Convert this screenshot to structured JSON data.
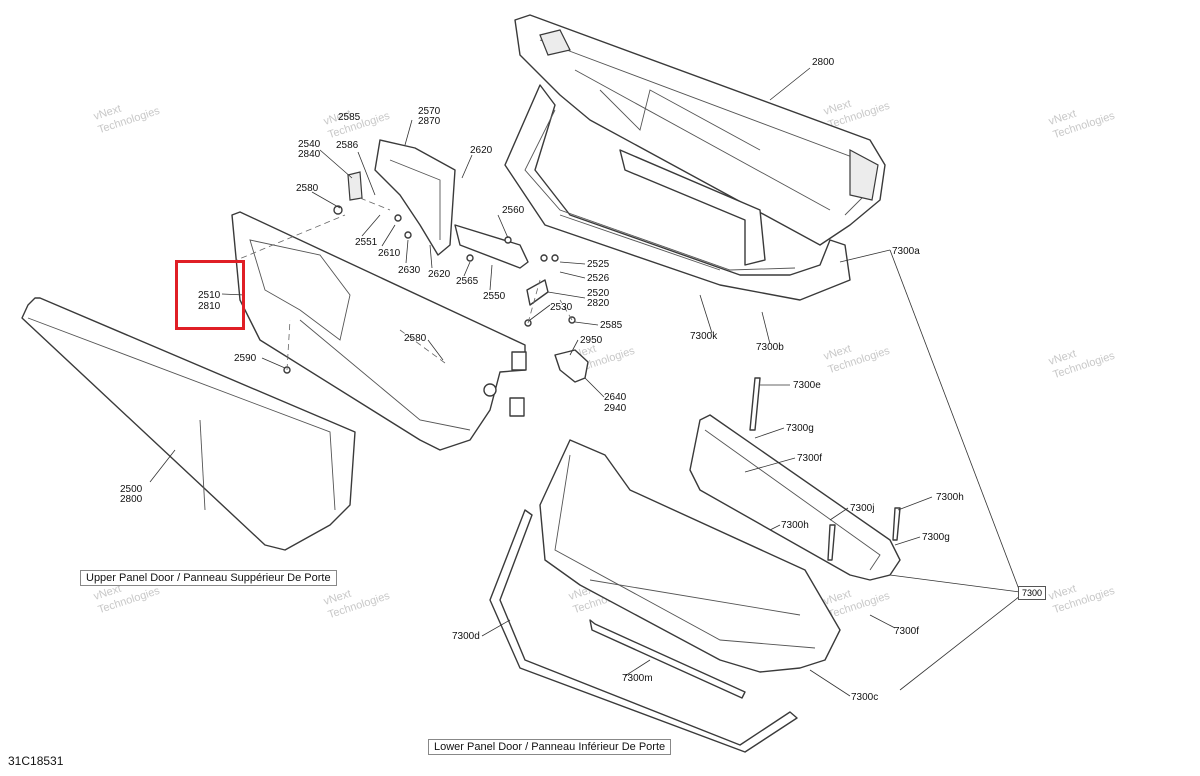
{
  "diagram_id": "31C18531",
  "section_labels": {
    "upper": "Upper Panel Door / Panneau Suppérieur De Porte",
    "lower": "Lower Panel Door / Panneau Inférieur De Porte"
  },
  "watermark": {
    "line1": "vNext",
    "line2": "Technologies"
  },
  "highlight": {
    "color": "#e01f26",
    "line1": "2510",
    "line2": "2810"
  },
  "ref_7300": "7300",
  "callouts": [
    "2800",
    "2585",
    "2570",
    "2870",
    "2540",
    "2840",
    "2586",
    "2620",
    "2580",
    "2560",
    "2551",
    "2610",
    "2630",
    "2620",
    "2565",
    "2550",
    "2525",
    "2526",
    "2520",
    "2820",
    "2530",
    "2585",
    "2590",
    "2580",
    "2950",
    "2640",
    "2940",
    "2500",
    "2800",
    "7300a",
    "7300k",
    "7300b",
    "7300e",
    "7300g",
    "7300f",
    "7300j",
    "7300h",
    "7300h",
    "7300g",
    "7300f",
    "7300d",
    "7300m",
    "7300c"
  ]
}
